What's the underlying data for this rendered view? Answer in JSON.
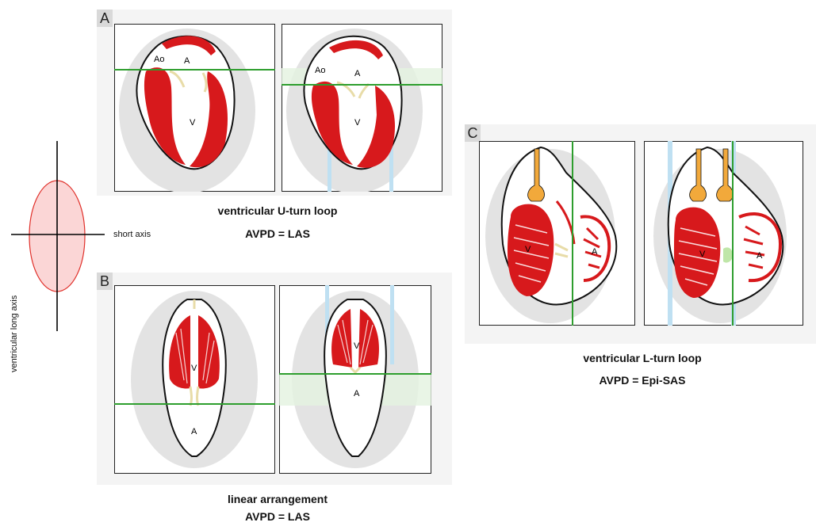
{
  "axes_legend": {
    "short_axis_label": "short axis",
    "long_axis_label": "ventricular long axis",
    "ellipse_fill": "#fbd6d6",
    "ellipse_stroke": "#e0302a"
  },
  "panels": {
    "A": {
      "letter": "A",
      "caption_line1": "ventricular U-turn loop",
      "caption_line2": "AVPD = LAS",
      "left_labels": [
        "Ao",
        "A",
        "V"
      ],
      "right_labels": [
        "Ao",
        "A",
        "V"
      ]
    },
    "B": {
      "letter": "B",
      "caption_line1": "linear arrangement",
      "caption_line2": "AVPD = LAS",
      "left_labels": [
        "V",
        "A"
      ],
      "right_labels": [
        "V",
        "A"
      ]
    },
    "C": {
      "letter": "C",
      "caption_line1": "ventricular L-turn loop",
      "caption_line2": "AVPD = Epi-SAS",
      "left_labels": [
        "V",
        "A"
      ],
      "right_labels": [
        "V",
        "A"
      ]
    }
  },
  "colors": {
    "muscle_red": "#d7191c",
    "valve_tan": "#e8dca8",
    "outflow_orange": "#f2a93b",
    "plane_green": "#2e9e2e",
    "band_blue": "#bfe0f2",
    "halo_gray": "#e3e3e3",
    "panel_bg": "#f4f4f4"
  }
}
